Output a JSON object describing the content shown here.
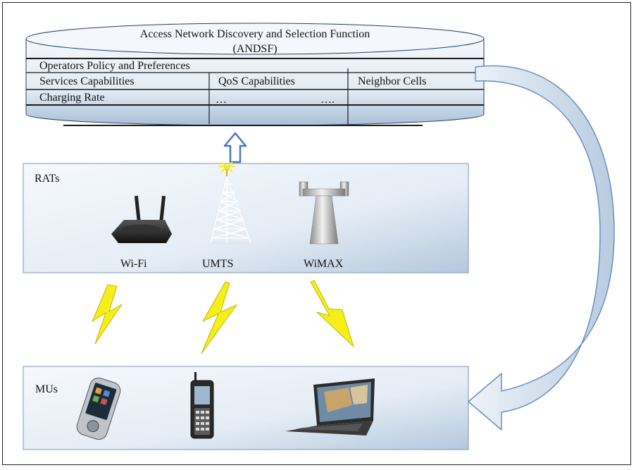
{
  "andsf": {
    "title_line1": "Access Network Discovery and Selection Function",
    "title_line2": "(ANDSF)",
    "policy_row": "Operators  Policy and Preferences",
    "col_services": "Services Capabilities",
    "col_qos": "QoS Capabilities",
    "col_neighbor": "Neighbor Cells",
    "cell_charging": "Charging Rate",
    "cell_dots_left": "…",
    "cell_dots_right": "…."
  },
  "rats": {
    "label": "RATs",
    "items": [
      {
        "label": "Wi-Fi",
        "icon": "wifi-router-icon"
      },
      {
        "label": "UMTS",
        "icon": "cell-tower-icon"
      },
      {
        "label": "WiMAX",
        "icon": "wimax-tower-icon"
      }
    ]
  },
  "mus": {
    "label": "MUs",
    "devices": [
      "pda-icon",
      "mobile-phone-icon",
      "laptop-icon"
    ]
  },
  "colors": {
    "panel_light": "#f2f6fb",
    "panel_dark": "#a9bfd8",
    "lightning": "#f4ee1a",
    "arrow_fill": "#d3deea",
    "arrow_stroke": "#6a8fbf"
  }
}
